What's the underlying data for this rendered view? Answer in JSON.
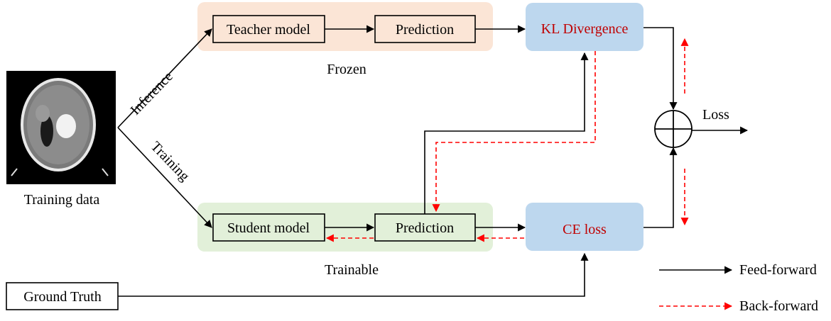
{
  "nodes": {
    "teacher_model": "Teacher model",
    "teacher_prediction": "Prediction",
    "frozen": "Frozen",
    "kl_divergence": "KL Divergence",
    "student_model": "Student model",
    "student_prediction": "Prediction",
    "trainable": "Trainable",
    "ce_loss": "CE loss",
    "training_data": "Training data",
    "ground_truth": "Ground Truth",
    "loss": "Loss"
  },
  "edges": {
    "inference": "Inference",
    "training": "Training"
  },
  "legend": {
    "feed_forward": "Feed-forward",
    "back_forward": "Back-forward"
  },
  "colors": {
    "frozen_region": "#fbe5d6",
    "trainable_region": "#e2f0d9",
    "loss_box": "#bdd7ee",
    "loss_text": "#c00000",
    "feed_arrow": "#000000",
    "back_arrow": "#ff0000"
  }
}
